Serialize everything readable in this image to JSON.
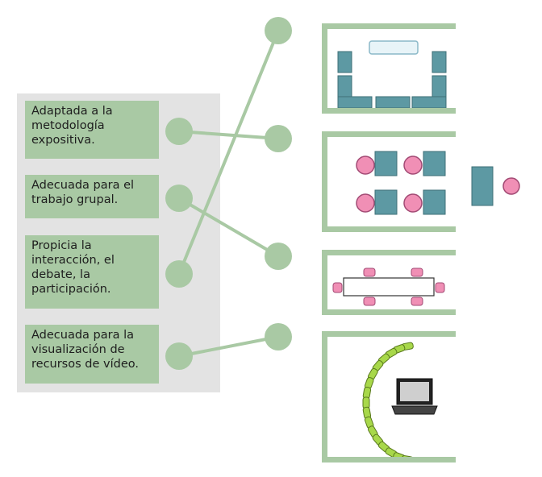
{
  "options": [
    {
      "id": "expositiva",
      "label": "Adaptada a la\nmetodología\nexpositiva."
    },
    {
      "id": "grupal",
      "label": "Adecuada para el\ntrabajo grupal."
    },
    {
      "id": "interaccion",
      "label": "Propicia la\ninteracción, el\ndebate, la\nparticipación."
    },
    {
      "id": "video",
      "label": "Adecuada para la\nvisualización de\nrecursos de vídeo."
    }
  ],
  "layouts": [
    {
      "id": "auditorium",
      "icon": "u-shaped-classroom-icon"
    },
    {
      "id": "group-tables",
      "icon": "group-tables-icon"
    },
    {
      "id": "board-table",
      "icon": "meeting-table-icon"
    },
    {
      "id": "semicircle-screen",
      "icon": "semicircle-laptop-icon"
    }
  ],
  "matches": [
    {
      "option": "expositiva",
      "layout": "group-tables"
    },
    {
      "option": "grupal",
      "layout": "board-table"
    },
    {
      "option": "interaccion",
      "layout": "auditorium"
    },
    {
      "option": "video",
      "layout": "semicircle-screen"
    }
  ],
  "colors": {
    "accent_green": "#a9c9a4",
    "panel_gray": "#e3e3e3",
    "furniture_teal": "#5d99a3",
    "chair_pink": "#f08fb5",
    "chair_green": "#a8d84a"
  }
}
